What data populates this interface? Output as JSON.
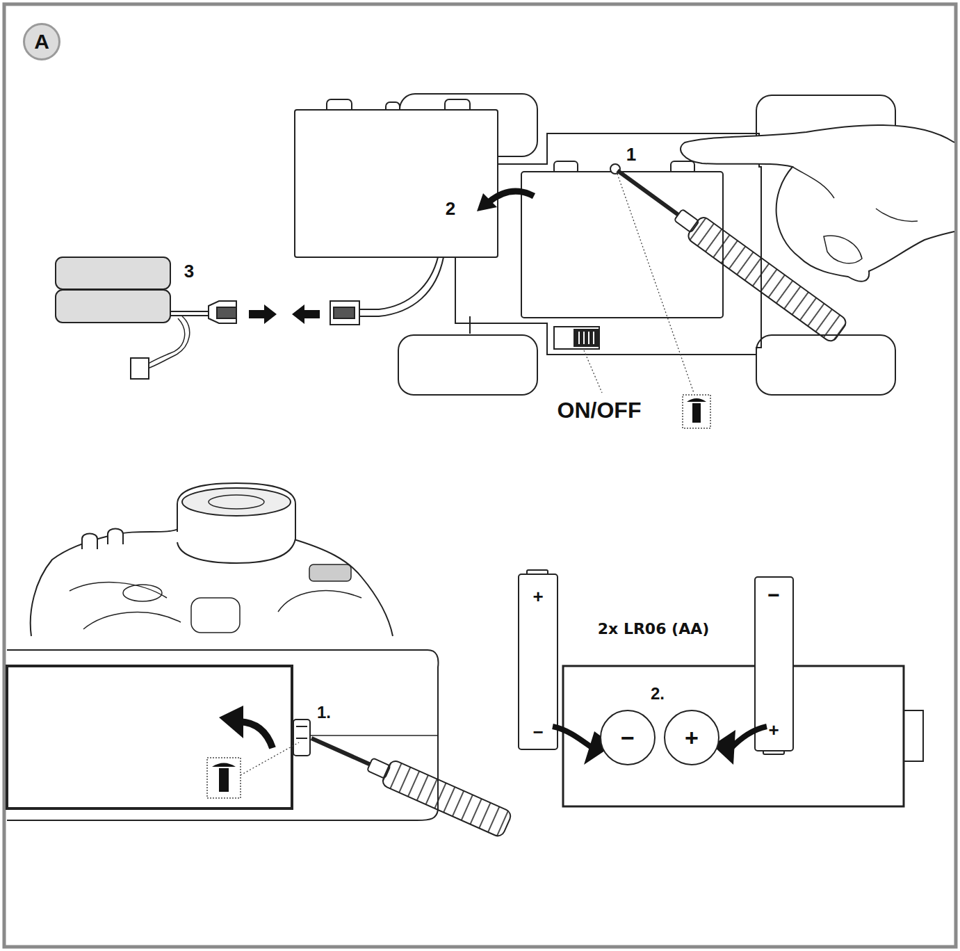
{
  "diagram": {
    "nodes": [
      {
        "text": [
          "A"
        ]
      },
      {
        "text": [
          "−"
        ]
      },
      {
        "text": [
          "+"
        ]
      }
    ],
    "labels": [
      "1",
      "2",
      "3",
      "ON/OFF",
      "1.",
      "2x LR06 (AA)",
      "2.",
      "+",
      "−",
      "−",
      "+"
    ]
  }
}
